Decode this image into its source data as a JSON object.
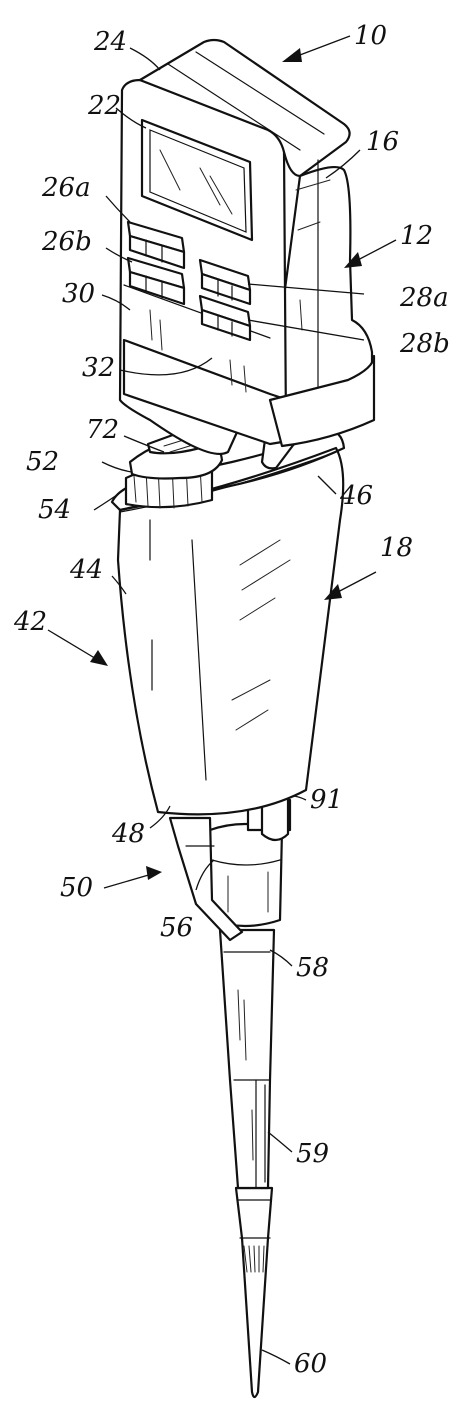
{
  "labels": {
    "n10": "10",
    "n12": "12",
    "n16": "16",
    "n18": "18",
    "n22": "22",
    "n24": "24",
    "n26a": "26a",
    "n26b": "26b",
    "n28a": "28a",
    "n28b": "28b",
    "n30": "30",
    "n32": "32",
    "n42": "42",
    "n44": "44",
    "n46": "46",
    "n48": "48",
    "n50": "50",
    "n52": "52",
    "n54": "54",
    "n56": "56",
    "n58": "58",
    "n59": "59",
    "n60": "60",
    "n72": "72",
    "n91": "91"
  }
}
